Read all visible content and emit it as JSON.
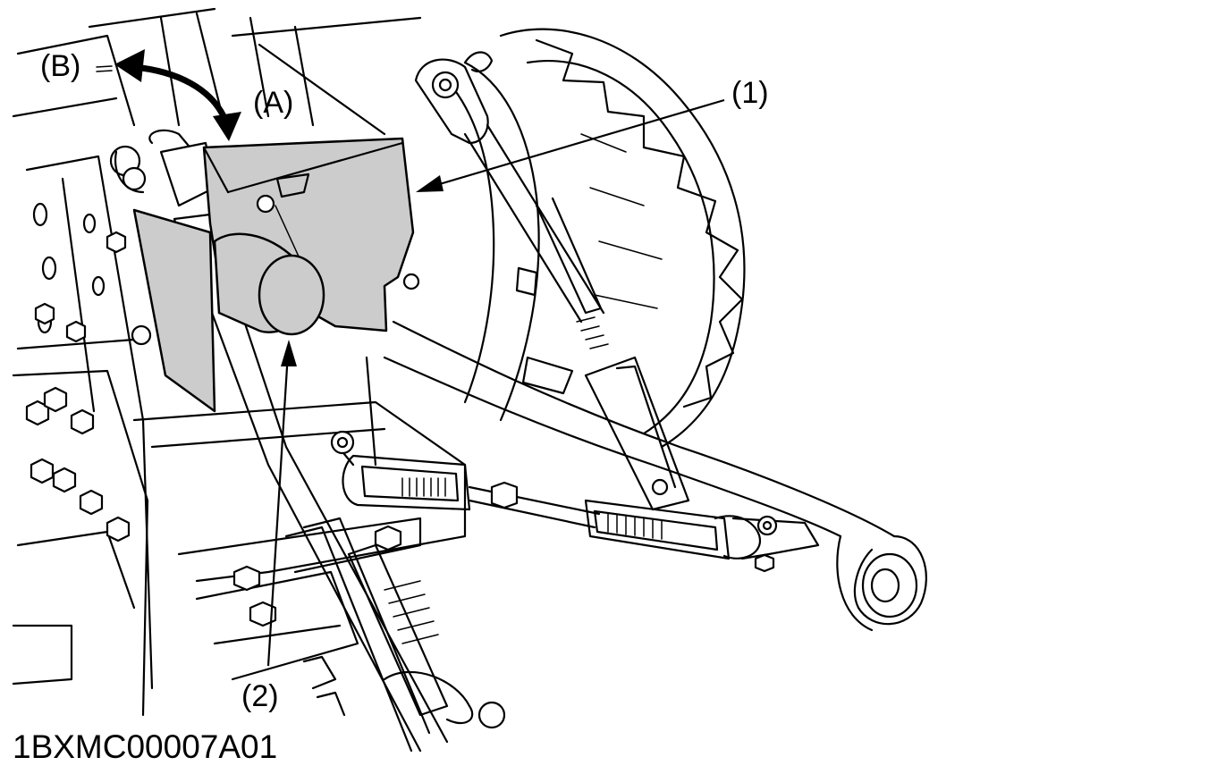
{
  "labels": {
    "callout_1": "(1)",
    "callout_2": "(2)",
    "callout_a": "(A)",
    "callout_b": "(B)"
  },
  "figure_code": "1BXMC00007A01",
  "colors": {
    "line": "#000000",
    "cover_fill": "#cccccc",
    "background": "#ffffff"
  }
}
